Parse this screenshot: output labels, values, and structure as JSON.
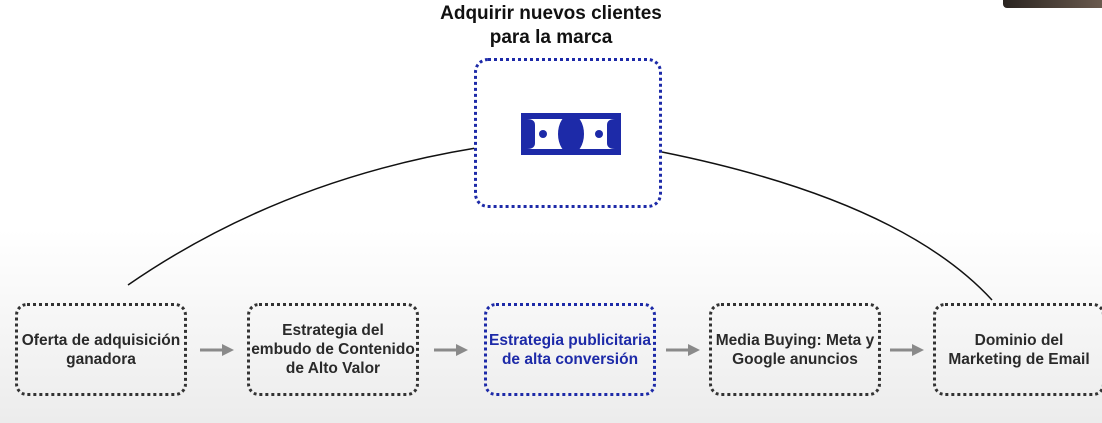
{
  "title": {
    "line1": "Adquirir nuevos clientes",
    "line2": "para la marca"
  },
  "top_node": {
    "icon": "money-bill-icon",
    "color": "#1d2aa8"
  },
  "steps": [
    {
      "label": "Oferta de adquisición ganadora",
      "active": false
    },
    {
      "label": "Estrategia del embudo de Contenido de Alto Valor",
      "active": false
    },
    {
      "label": "Estrategia publicitaria de alta conversión",
      "active": true
    },
    {
      "label": "Media Buying: Meta y Google anuncios",
      "active": false
    },
    {
      "label": "Dominio del Marketing de Email",
      "active": false
    }
  ],
  "colors": {
    "accent": "#1d2aa8",
    "border": "#333333",
    "arrow": "#8a8a8a"
  }
}
